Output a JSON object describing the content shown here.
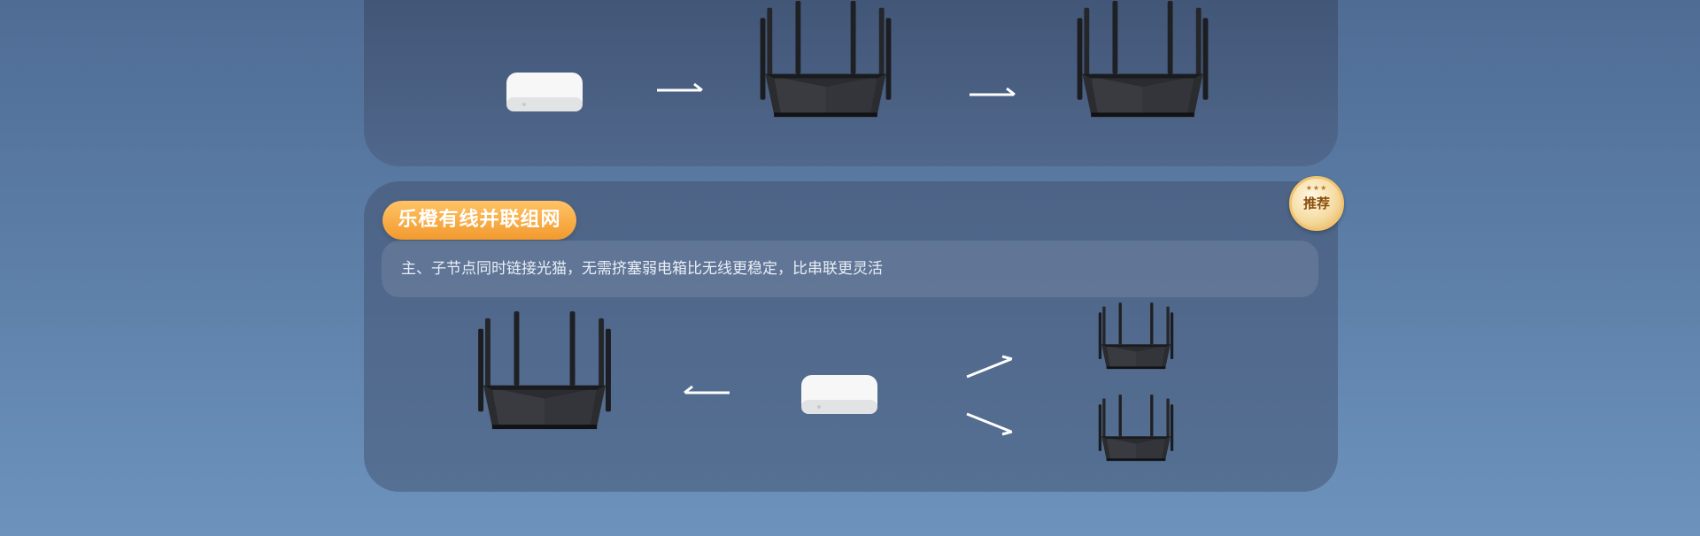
{
  "section": {
    "title": "乐橙有线并联组网",
    "description": "主、子节点同时链接光猫，无需挤塞弱电箱比无线更稳定，比串联更灵活",
    "badge_label": "推荐"
  },
  "icons": {
    "modem": "modem-box-icon",
    "router": "router-icon",
    "arrow": "arrow-icon"
  },
  "colors": {
    "pill_top": "#ffc366",
    "pill_bottom": "#f29a2e",
    "badge_ring": "#f2c46e",
    "background": "#5e81aa"
  }
}
